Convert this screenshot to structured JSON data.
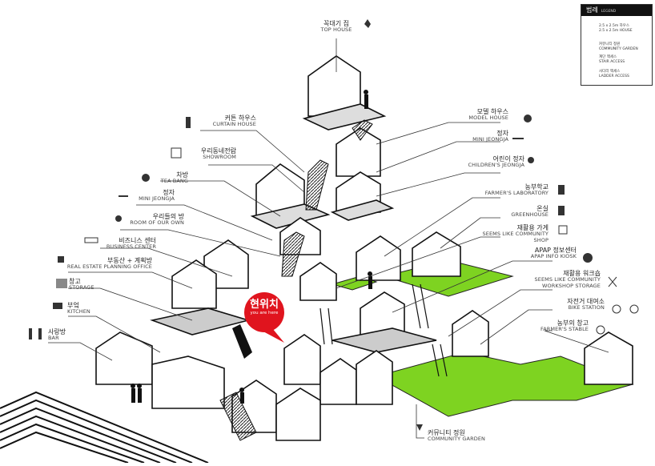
{
  "legend": {
    "title": "범례",
    "subtitle": "LEGEND",
    "items": [
      {
        "ko": "2.5 x 2.5m 하우스",
        "en": "2.5 x 2.5m HOUSE",
        "icon": "house-icon"
      },
      {
        "ko": "커뮤니티 정원",
        "en": "COMMUNITY GARDEN",
        "icon": "garden-icon"
      },
      {
        "ko": "계단 액세스",
        "en": "STAIR ACCESS",
        "icon": "stair-icon"
      },
      {
        "ko": "사다리 액세스",
        "en": "LADDER ACCESS",
        "icon": "ladder-icon"
      }
    ]
  },
  "marker": {
    "ko": "현위치",
    "en": "you are here"
  },
  "labels": {
    "top_house": {
      "ko": "꼭대기 집",
      "en": "TOP HOUSE"
    },
    "curtain_house": {
      "ko": "커튼 하우스",
      "en": "CURTAIN HOUSE"
    },
    "showroom": {
      "ko": "우리동네전람",
      "en": "SHOWROOM"
    },
    "tea_bang": {
      "ko": "차방",
      "en": "TEA BANG"
    },
    "mini_jeongja_l": {
      "ko": "정자",
      "en": "MINI JEONGJA"
    },
    "room_of_our_own": {
      "ko": "우리들의 방",
      "en": "ROOM OF OUR OWN"
    },
    "business_center": {
      "ko": "비즈니스 센터",
      "en": "BUSINESS CENTER"
    },
    "real_estate": {
      "ko": "부동산 + 계획방",
      "en": "REAL ESTATE PLANNING OFFICE"
    },
    "storage": {
      "ko": "창고",
      "en": "STORAGE"
    },
    "kitchen": {
      "ko": "부엌",
      "en": "KITCHEN"
    },
    "bar": {
      "ko": "사랑방",
      "en": "BAR"
    },
    "model_house": {
      "ko": "모델 하우스",
      "en": "MODEL HOUSE"
    },
    "mini_jeongja_r": {
      "ko": "정자",
      "en": "MINI JEONGJA"
    },
    "childrens_jeongja": {
      "ko": "어린이 정자",
      "en": "CHILDREN'S JEONGJA"
    },
    "farmers_lab": {
      "ko": "농부학교",
      "en": "FARMER'S LABORATORY"
    },
    "greenhouse": {
      "ko": "온실",
      "en": "GREENHOUSE"
    },
    "community_shop": {
      "ko": "재활용 가게",
      "en": "SEEMS LIKE COMMUNITY SHOP"
    },
    "apap_info": {
      "ko": "APAP 정보센터",
      "en": "APAP INFO KIOSK"
    },
    "workshop": {
      "ko": "재활용 워크숍",
      "en": "SEEMS LIKE COMMUNITY WORKSHOP STORAGE"
    },
    "bike_station": {
      "ko": "자전거 대여소",
      "en": "BIKE STATION"
    },
    "farmers_stable": {
      "ko": "농부의 창고",
      "en": "FARMER'S STABLE"
    },
    "community_garden": {
      "ko": "커뮤니티 정원",
      "en": "COMMUNITY GARDEN"
    }
  },
  "colors": {
    "garden": "#7ed321",
    "accent": "#e0141e",
    "line": "#222222",
    "glass": "#eeeeee"
  }
}
